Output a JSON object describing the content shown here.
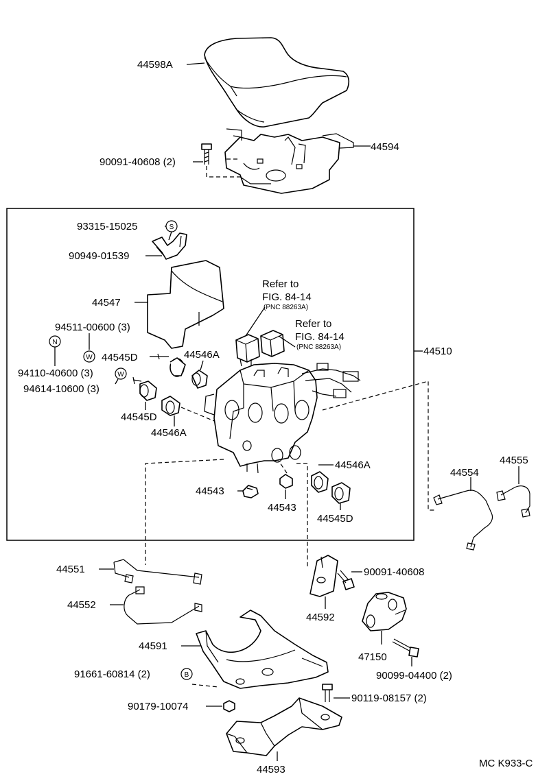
{
  "labels": {
    "p44598A": "44598A",
    "p44594": "44594",
    "p90091_40608_2": "90091-40608 (2)",
    "p93315": "93315-15025",
    "p90949": "90949-01539",
    "p44547": "44547",
    "refer1_a": "Refer to",
    "refer1_b": "FIG. 84-14",
    "refer1_c": "(PNC 88263A)",
    "refer2_a": "Refer to",
    "refer2_b": "FIG. 84-14",
    "refer2_c": "(PNC 88263A)",
    "p94511": "94511-00600 (3)",
    "p94110": "94110-40600 (3)",
    "p94614": "94614-10600 (3)",
    "p44545D_a": "44545D",
    "p44546A_a": "44546A",
    "p44545D_b": "44545D",
    "p44546A_b": "44546A",
    "p44510": "44510",
    "p44546A_c": "44546A",
    "p44543_a": "44543",
    "p44543_b": "44543",
    "p44545D_c": "44545D",
    "p44554": "44554",
    "p44555": "44555",
    "p44551": "44551",
    "p44552": "44552",
    "p90091_40608": "90091-40608",
    "p44592": "44592",
    "p47150": "47150",
    "p90099": "90099-04400 (2)",
    "p44591": "44591",
    "p91661": "91661-60814 (2)",
    "p90179": "90179-10074",
    "p90119": "90119-08157 (2)",
    "p44593": "44593",
    "ref_code": "MC K933-C"
  },
  "symbols": {
    "S": "S",
    "N": "N",
    "W1": "W",
    "W2": "W",
    "B": "B"
  }
}
